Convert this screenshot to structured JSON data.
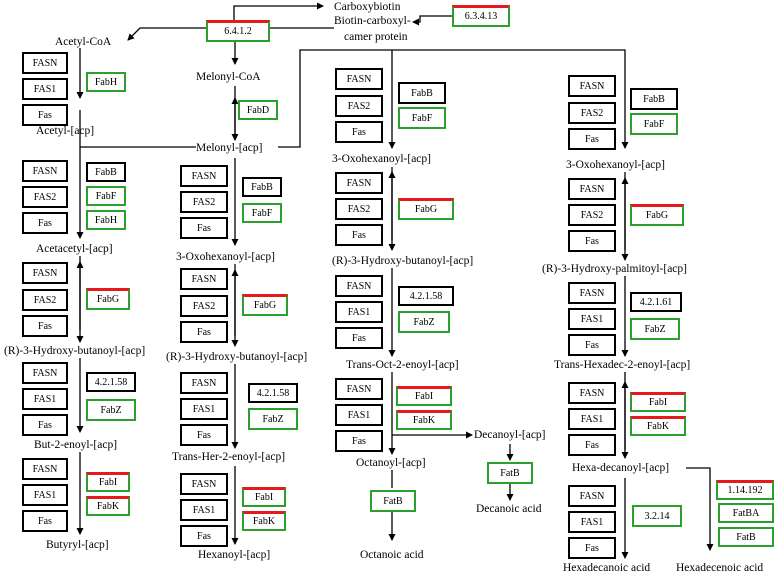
{
  "colors": {
    "upregulated": "#e41a1c",
    "enzyme_box": "#2ca02c",
    "line": "#000000"
  },
  "metabolites": {
    "carboxybiotin": "Carboxybiotin",
    "bccp_line1": "Biotin-carboxyl-",
    "bccp_line2": "camer protein",
    "acetyl_coa": "Acetyl-CoA",
    "melonyl_coa": "Melonyl-CoA",
    "acetyl_acp": "Acetyl-[acp]",
    "melonyl_acp": "Melonyl-[acp]",
    "acetacetyl_acp": "Acetacetyl-[acp]",
    "hydroxy_butanoyl_1": "(R)-3-Hydroxy-butanoyl-[acp]",
    "but2enoyl": "But-2-enoyl-[acp]",
    "butyryl": "Butyryl-[acp]",
    "oxohexanoyl": "3-Oxohexanoyl-[acp]",
    "hydroxy_butanoyl_2": "(R)-3-Hydroxy-butanoyl-[acp]",
    "transher2enoyl": "Trans-Her-2-enoyl-[acp]",
    "hexanoyl": "Hexanoyl-[acp]",
    "oxohexanoyl_2": "3-Oxohexanoyl-[acp]",
    "hydroxy_butanoyl_3": "(R)-3-Hydroxy-butanoyl-[acp]",
    "transoct2enoyl": "Trans-Oct-2-enoyl-[acp]",
    "octanoyl": "Octanoyl-[acp]",
    "decanoyl": "Decanoyl-[acp]",
    "decanoic": "Decanoic acid",
    "octanoic": "Octanoic acid",
    "oxohexanoyl_4": "3-Oxohexanoyl-[acp]",
    "hydroxy_palmitoyl": "(R)-3-Hydroxy-palmitoyl-[acp]",
    "transhexadec2enoyl": "Trans-Hexadec-2-enoyl-[acp]",
    "hexadecanoyl": "Hexa-decanoyl-[acp]",
    "hexadecanoic": "Hexadecanoic acid",
    "hexadecenoic": "Hexadecenoic acid"
  },
  "nodes": {
    "ec_6412": "6.4.1.2",
    "ec_63413": "6.3.4.13",
    "c1_fasn_a": "FASN",
    "c1_fas1_a": "FAS1",
    "c1_fas_a": "Fas",
    "c1_fabh_a": "FabH",
    "c1_fasn_b": "FASN",
    "c1_fas2_b": "FAS2",
    "c1_fas_b": "Fas",
    "c1_fabb_b": "FabB",
    "c1_fabf_b": "FabF",
    "c1_fabh_b": "FabH",
    "c1_fasn_c": "FASN",
    "c1_fas2_c": "FAS2",
    "c1_fas_c": "Fas",
    "c1_fabg_c": "FabG",
    "c1_fasn_d": "FASN",
    "c1_fas1_d": "FAS1",
    "c1_fas_d": "Fas",
    "c1_ec_d": "4.2.1.58",
    "c1_fabz_d": "FabZ",
    "c1_fasn_e": "FASN",
    "c1_fas1_e": "FAS1",
    "c1_fas_e": "Fas",
    "c1_fabi_e": "FabI",
    "c1_fabk_e": "FabK",
    "c2_fabd": "FabD",
    "c2_fasn_a": "FASN",
    "c2_fas2_a": "FAS2",
    "c2_fas_a": "Fas",
    "c2_fabb_a": "FabB",
    "c2_fabf_a": "FabF",
    "c2_fasn_b": "FASN",
    "c2_fas2_b": "FAS2",
    "c2_fas_b": "Fas",
    "c2_fabg_b": "FabG",
    "c2_fasn_c": "FASN",
    "c2_fas1_c": "FAS1",
    "c2_fas_c": "Fas",
    "c2_ec_c": "4.2.1.58",
    "c2_fabz_c": "FabZ",
    "c2_fasn_d": "FASN",
    "c2_fas1_d": "FAS1",
    "c2_fas_d": "Fas",
    "c2_fabi_d": "FabI",
    "c2_fabk_d": "FabK",
    "c3_fasn_a": "FASN",
    "c3_fas2_a": "FAS2",
    "c3_fas_a": "Fas",
    "c3_fabb_a": "FabB",
    "c3_fabf_a": "FabF",
    "c3_fasn_b": "FASN",
    "c3_fas2_b": "FAS2",
    "c3_fas_b": "Fas",
    "c3_fabg_b": "FabG",
    "c3_fasn_c": "FASN",
    "c3_fas1_c": "FAS1",
    "c3_fas_c": "Fas",
    "c3_ec_c": "4.2.1.58",
    "c3_fabz_c": "FabZ",
    "c3_fasn_d": "FASN",
    "c3_fas1_d": "FAS1",
    "c3_fas_d": "Fas",
    "c3_fabi_d": "FabI",
    "c3_fabk_d": "FabK",
    "c3_fatb_oct": "FatB",
    "c3_fatb_dec": "FatB",
    "c4_fasn_a": "FASN",
    "c4_fas2_a": "FAS2",
    "c4_fas_a": "Fas",
    "c4_fabb_a": "FabB",
    "c4_fabf_a": "FabF",
    "c4_fasn_b": "FASN",
    "c4_fas2_b": "FAS2",
    "c4_fas_b": "Fas",
    "c4_fabg_b": "FabG",
    "c4_fasn_c": "FASN",
    "c4_fas1_c": "FAS1",
    "c4_fas_c": "Fas",
    "c4_ec_c": "4.2.1.61",
    "c4_fabz_c": "FabZ",
    "c4_fasn_d": "FASN",
    "c4_fas1_d": "FAS1",
    "c4_fas_d": "Fas",
    "c4_fabi_d": "FabI",
    "c4_fabk_d": "FabK",
    "c4_fasn_e": "FASN",
    "c4_fas1_e": "FAS1",
    "c4_fas_e": "Fas",
    "c4_ec_e": "3.2.14",
    "c4_ec_1414192": "1.14.192",
    "c4_fatba": "FatBA",
    "c4_fatb": "FatB"
  }
}
